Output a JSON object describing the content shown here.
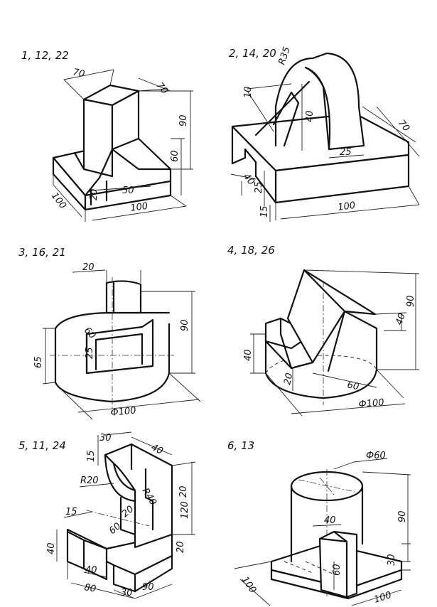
{
  "labels": {
    "f1": "1, 12, 22",
    "f2": "2, 14, 20",
    "f3": "3, 16, 21",
    "f4": "4, 18, 26",
    "f5": "5, 11, 24",
    "f6": "6, 13"
  },
  "dims": {
    "f1": [
      "70",
      "70",
      "90",
      "60",
      "100",
      "20",
      "50",
      "100"
    ],
    "f2": [
      "R35",
      "10",
      "40",
      "70",
      "25",
      "40",
      "25",
      "15",
      "100"
    ],
    "f3": [
      "20",
      "60",
      "90",
      "25",
      "65",
      "Ф100"
    ],
    "f4": [
      "90",
      "40",
      "40",
      "20",
      "60",
      "Ф100"
    ],
    "f5": [
      "30",
      "15",
      "40",
      "R20",
      "R40",
      "20",
      "120",
      "15",
      "20",
      "60",
      "40",
      "20",
      "40",
      "80",
      "30",
      "90"
    ],
    "f6": [
      "Ф60",
      "90",
      "40",
      "30",
      "60",
      "100",
      "100"
    ]
  }
}
